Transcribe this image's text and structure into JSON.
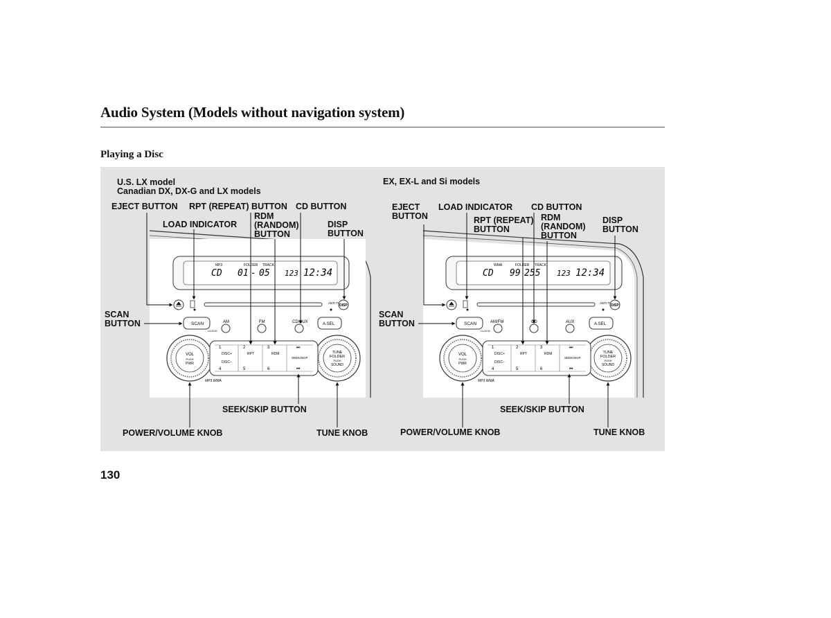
{
  "header": {
    "title": "Audio System (Models without navigation system)"
  },
  "subsection": "Playing a Disc",
  "page_number": "130",
  "left": {
    "model_line1": "U.S. LX model",
    "model_line2": "Canadian DX, DX-G and LX models",
    "labels": {
      "eject": "EJECT BUTTON",
      "rpt": "RPT (REPEAT) BUTTON",
      "cd": "CD BUTTON",
      "load": "LOAD INDICATOR",
      "rdm1": "RDM",
      "rdm2": "(RANDOM)",
      "rdm3": "BUTTON",
      "disp1": "DISP",
      "disp2": "BUTTON",
      "scan1": "SCAN",
      "scan2": "BUTTON",
      "seek": "SEEK/SKIP BUTTON",
      "power": "POWER/VOLUME KNOB",
      "tune": "TUNE KNOB"
    },
    "unit": {
      "display": {
        "source": "CD",
        "folder": "01",
        "track": "05",
        "clock": "12:34",
        "mp3": "MP3",
        "folder_lbl": "FOLDER",
        "track_lbl": "TRACK",
        "num": "123"
      },
      "buttons": {
        "scan": "SCAN",
        "am": "AM",
        "fm": "FM",
        "cdaux": "CD/AUX",
        "asel": "A.SEL",
        "clock": "CLOCK",
        "disp": "DISP",
        "anti_theft": "ANTI THEFT"
      },
      "presets": [
        "1",
        "2",
        "3",
        "4",
        "5",
        "6"
      ],
      "preset_sub": {
        "disc_plus": "DISC+",
        "disc_minus": "DISC−",
        "rpt": "RPT",
        "rdm": "RDM",
        "seek": "SEEK/SKIP"
      },
      "knob_vol": [
        "VOL",
        "PUSH",
        "PWR"
      ],
      "knob_tune": [
        "TUNE",
        "FOLDER",
        "PUSH",
        "SOUND"
      ],
      "format": "MP3 WMA"
    }
  },
  "right": {
    "model_line1": "EX, EX-L and Si models",
    "labels": {
      "eject1": "EJECT",
      "eject2": "BUTTON",
      "load": "LOAD INDICATOR",
      "cd": "CD BUTTON",
      "rpt1": "RPT (REPEAT)",
      "rpt2": "BUTTON",
      "rdm1": "RDM",
      "rdm2": "(RANDOM)",
      "rdm3": "BUTTON",
      "disp1": "DISP",
      "disp2": "BUTTON",
      "scan1": "SCAN",
      "scan2": "BUTTON",
      "seek": "SEEK/SKIP BUTTON",
      "power": "POWER/VOLUME KNOB",
      "tune": "TUNE KNOB"
    },
    "unit": {
      "display": {
        "source": "CD",
        "folder": "99",
        "track": "255",
        "clock": "12:34",
        "wma": "WMA",
        "folder_lbl": "FOLDER",
        "track_lbl": "TRACK",
        "num": "123"
      },
      "buttons": {
        "scan": "SCAN",
        "amfm": "AM/FM",
        "cd": "CD",
        "aux": "AUX",
        "asel": "A.SEL",
        "clock": "CLOCK",
        "disp": "DISP",
        "anti_theft": "ANTI THEFT"
      },
      "presets": [
        "1",
        "2",
        "3",
        "4",
        "5",
        "6"
      ],
      "preset_sub": {
        "disc_plus": "DISC+",
        "disc_minus": "DISC−",
        "rpt": "RPT",
        "rdm": "RDM",
        "seek": "SEEK/SKIP"
      },
      "knob_vol": [
        "VOL",
        "PUSH",
        "PWR"
      ],
      "knob_tune": [
        "TUNE",
        "FOLDER",
        "PUSH",
        "SOUND"
      ],
      "format": "MP3 WMA"
    }
  }
}
